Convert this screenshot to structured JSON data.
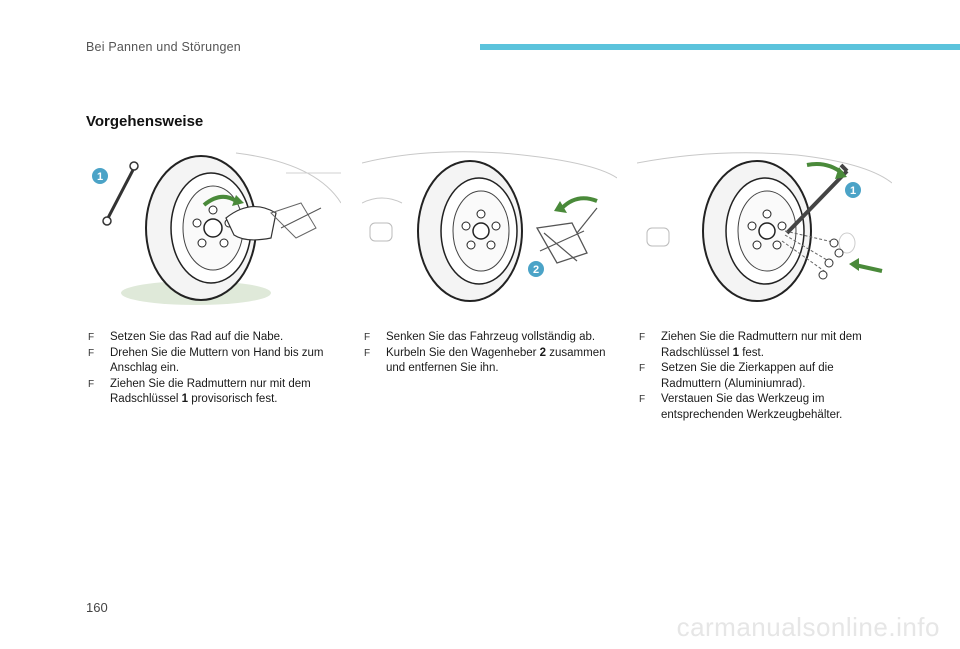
{
  "header": {
    "section_title": "Bei Pannen und Störungen"
  },
  "main": {
    "heading": "Vorgehensweise",
    "figures": [
      {
        "callouts": [
          "1"
        ]
      },
      {
        "callouts": [
          "2"
        ]
      },
      {
        "callouts": [
          "1"
        ]
      }
    ],
    "columns": [
      {
        "steps": [
          {
            "bullet": "F",
            "text": "Setzen Sie das Rad auf die Nabe."
          },
          {
            "bullet": "F",
            "text": "Drehen Sie die Muttern von Hand bis zum Anschlag ein."
          },
          {
            "bullet": "F",
            "pre": "Ziehen Sie die Radmuttern nur mit dem Radschlüssel ",
            "bold": "1",
            "post": " provisorisch fest."
          }
        ]
      },
      {
        "steps": [
          {
            "bullet": "F",
            "text": "Senken Sie das Fahrzeug vollständig ab."
          },
          {
            "bullet": "F",
            "pre": "Kurbeln Sie den Wagenheber ",
            "bold": "2",
            "post": " zusammen und entfernen Sie ihn."
          }
        ]
      },
      {
        "steps": [
          {
            "bullet": "F",
            "pre": "Ziehen Sie die Radmuttern nur mit dem Radschlüssel ",
            "bold": "1",
            "post": " fest."
          },
          {
            "bullet": "F",
            "text": "Setzen Sie die Zierkappen auf die Radmuttern (Aluminiumrad)."
          },
          {
            "bullet": "F",
            "text": "Verstauen Sie das Werkzeug im entsprechenden Werkzeugbehälter."
          }
        ]
      }
    ]
  },
  "footer": {
    "page_number": "160",
    "watermark": "carmanualsonline.info"
  },
  "colors": {
    "accent_bar": "#5bc3dc",
    "callout": "#4ba3c7"
  }
}
